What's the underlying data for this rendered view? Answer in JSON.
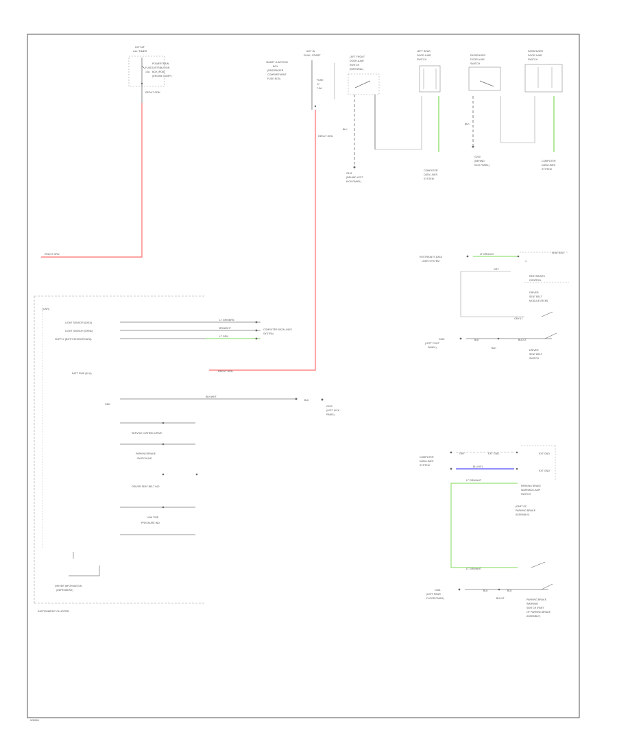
{
  "diagram": {
    "footer_code": "W0056",
    "cluster_title": "INSTRUMENT CLUSTER",
    "cluster_heading": "(LWR)",
    "top_connectors": {
      "hot_at_all_times": [
        "HOT AT",
        "ALL TIMES"
      ],
      "fuse_link": [
        "POWERTRAIN",
        "DISTRIBUTION",
        "BOX (PDB)",
        "(ENGINE COMP.)"
      ],
      "fuse_link_ratings": [
        "FUSE",
        "10A"
      ],
      "hot_in_run": [
        "HOT IN",
        "RUN / START"
      ],
      "ipdm_block": [
        "SMART JUNCTION",
        "BOX",
        "(PASSENGER",
        "COMPARTMENT",
        "FUSE BOX)"
      ],
      "ipdm_fuse": [
        "FUSE",
        "17",
        "7.5A"
      ],
      "lf_door": [
        "LEFT FRONT",
        "DOOR AJAR",
        "SWITCH",
        "(INTEGRAL)"
      ],
      "lr_door": [
        "LEFT REAR",
        "DOOR AJAR",
        "SWITCH"
      ],
      "passenger_door": [
        "PASSENGER",
        "DOOR AJAR",
        "SWITCH"
      ],
      "rr_door": [
        "PASSENGER",
        "DOOR AJAR",
        "SWITCH"
      ],
      "ground_left": [
        "G101",
        "(BEHIND LEFT",
        "KICK PANEL)"
      ],
      "data_center": [
        "COMPUTER",
        "DATA LINES",
        "SYSTEM"
      ],
      "ground_mid": [
        "G200",
        "(BEHIND",
        "KICK PANEL)"
      ],
      "data_right": [
        "COMPUTER",
        "DATA LINES",
        "SYSTEM"
      ]
    },
    "cluster_inputs": {
      "labels": [
        "LIGHT SENSOR (DATA)",
        "LIGHT SENSOR (GRND)",
        "SUPPLY (BOTH SENSOR DATA)"
      ],
      "wire_tags": [
        "LT GRN/BRN",
        "BRN/WHT",
        "LT GRN"
      ],
      "dest": [
        "COMPUTER DATA LINES",
        "SYSTEM"
      ],
      "battery_input": "BATT PWR (BLU)",
      "ground": "GND",
      "ground_wire": "BLK/WHT",
      "ground_dest": [
        "G203",
        "(LEFT KICK",
        "PANEL)"
      ],
      "indicators": [
        "SERVICE 4 WHEEL DRIVE",
        "PARKING BRAKE",
        "SWITCH IND",
        "DRIVER SEAT BELT IND",
        "LOW TIRE",
        "PRESSURE IND"
      ],
      "bottom_ref": [
        "DRIVER INFORMATION",
        "(DEPENDENT)"
      ]
    },
    "wire_tags": {
      "batt_feed": "RED/LT GRN",
      "cluster_feed": "RED/LT GRN",
      "top_red_1": "RED/LT GRN",
      "top_red_2": "RED/LT GRN",
      "blk": "BLK",
      "lt_grn": "LT GRN/VIO",
      "gray": "GRY"
    },
    "right_side": {
      "seat_belt_label": [
        "RESTRAINTS DATA",
        "LINES SYSTEM"
      ],
      "seat_belt_wire": "LT GRN/VIO",
      "seat_belt_pin": [
        "SEAT BELT",
        "1"
      ],
      "chime_block": [
        "RESTRAINTS",
        "CONTROL",
        "MODULE (RCM)"
      ],
      "chime_pin": "GRY/LT",
      "chime_pin2": "GRY",
      "ground_r": [
        "G301",
        "(LEFT FOOT",
        "PANEL)"
      ],
      "ground_wire": "BLK",
      "ground_wire2": "BLK/LT",
      "driver_switch": [
        "DRIVER",
        "SEAT BELT",
        "SWITCH"
      ],
      "brake_label": [
        "COMPUTER",
        "DATA LINES",
        "SYSTEM"
      ],
      "brake_wire_a": "GRY",
      "brake_wire_b": "BLU/YEL",
      "brake_pin_a": "EXT GND",
      "brake_pin_b": "EXT GND",
      "brake_green_wire": "LT GRN/WHT",
      "brake_block": [
        "PARKING BRAKE",
        "WARNING LAMP",
        "SWITCH",
        "(PART OF",
        "PARKING BRAKE",
        "ASSEMBLY)"
      ],
      "brake_end_wire": "LT GRN/WHT",
      "brake_ground": [
        "G301",
        "(LEFT REAR",
        "FLOOR PANEL)"
      ],
      "brake_ground_wire": "BLK",
      "brake_switch": [
        "PARKING BRAKE",
        "WARNING",
        "SWITCH (PART",
        "OF PARKING BRAKE",
        "ASSEMBLY)"
      ]
    }
  }
}
